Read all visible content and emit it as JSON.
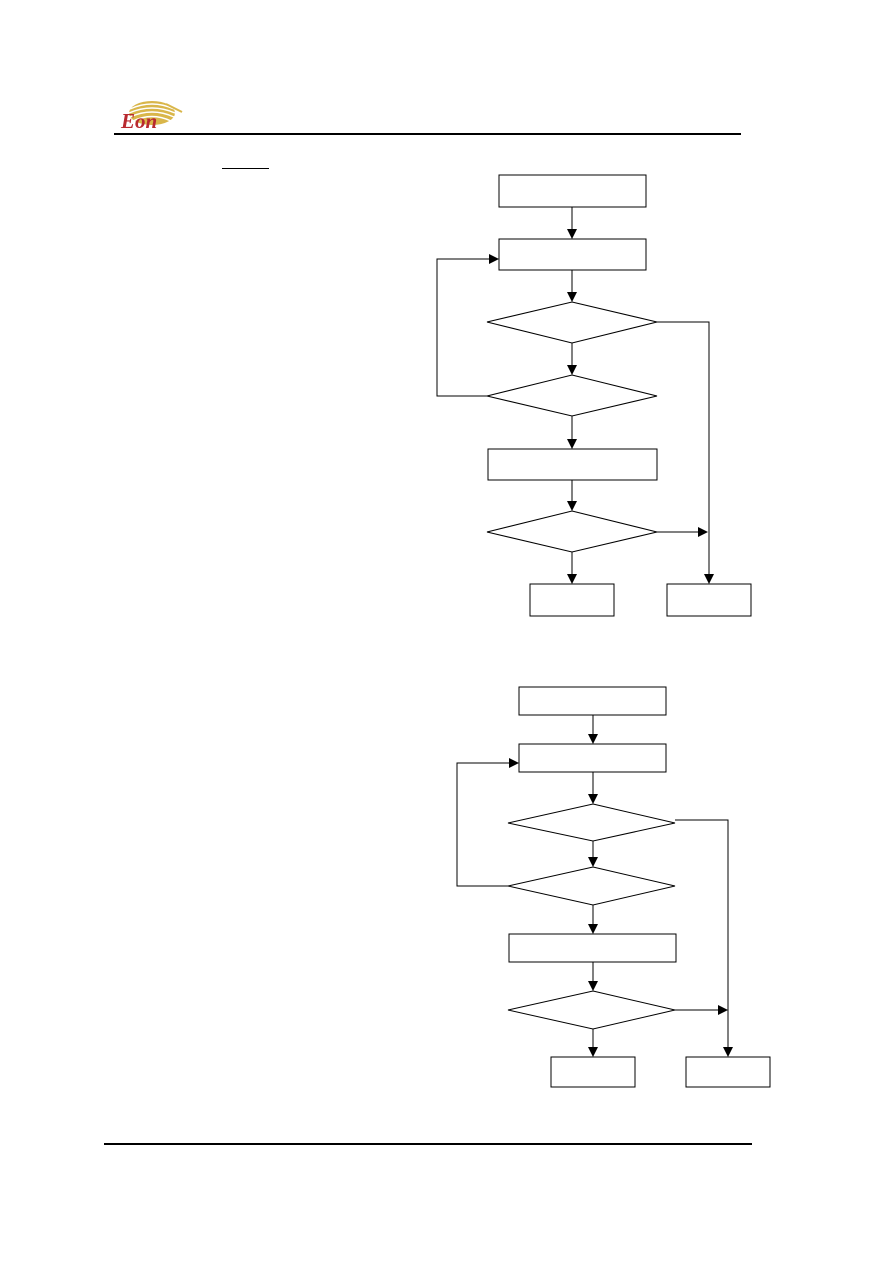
{
  "header": {
    "logo": {
      "text": "Eon",
      "colors": {
        "sphere": "#c8a43c",
        "text": "#b8292f"
      }
    }
  },
  "flowcharts": [
    {
      "nodes": [
        {
          "id": "start",
          "shape": "rect",
          "label": ""
        },
        {
          "id": "step1",
          "shape": "rect",
          "label": ""
        },
        {
          "id": "decision1",
          "shape": "diamond",
          "label": ""
        },
        {
          "id": "decision2",
          "shape": "diamond",
          "label": ""
        },
        {
          "id": "step2",
          "shape": "rect",
          "label": ""
        },
        {
          "id": "decision3",
          "shape": "diamond",
          "label": ""
        },
        {
          "id": "end-left",
          "shape": "rect",
          "label": ""
        },
        {
          "id": "end-right",
          "shape": "rect",
          "label": ""
        }
      ]
    },
    {
      "nodes": [
        {
          "id": "start",
          "shape": "rect",
          "label": ""
        },
        {
          "id": "step1",
          "shape": "rect",
          "label": ""
        },
        {
          "id": "decision1",
          "shape": "diamond",
          "label": ""
        },
        {
          "id": "decision2",
          "shape": "diamond",
          "label": ""
        },
        {
          "id": "step2",
          "shape": "rect",
          "label": ""
        },
        {
          "id": "decision3",
          "shape": "diamond",
          "label": ""
        },
        {
          "id": "end-left",
          "shape": "rect",
          "label": ""
        },
        {
          "id": "end-right",
          "shape": "rect",
          "label": ""
        }
      ]
    }
  ]
}
